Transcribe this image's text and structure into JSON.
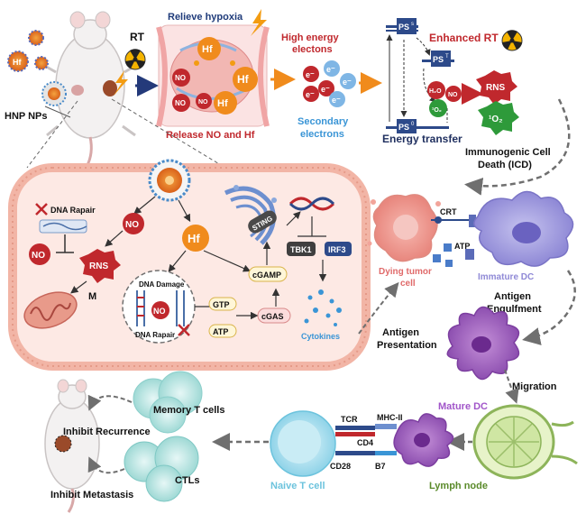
{
  "top": {
    "rt": "RT",
    "hnp": "HNP NPs",
    "hf_np": "Hf",
    "relieve_hypoxia": "Relieve hypoxia",
    "release": "Release NO and Hf",
    "high_energy_line1": "High energy",
    "high_energy_line2": "electons",
    "secondary_line1": "Secondary",
    "secondary_line2": "electrons",
    "enhanced_rt": "Enhanced RT",
    "energy_transfer": "Energy transfer",
    "ps_s": "PS",
    "ps_s_sup": "s",
    "ps_t": "PS",
    "ps_t_sup": "T",
    "ps_0": "PS",
    "ps_0_sup": "0",
    "h2o": "H₂O",
    "no": "NO",
    "o2": "¹O₂",
    "rns": "RNS",
    "icd_line1": "Immunogenic Cell",
    "icd_line2": "Death (ICD)",
    "tumor_no": "NO",
    "tumor_hf": "Hf",
    "electron": "e⁻"
  },
  "cell": {
    "dna_repair": "DNA Rapair",
    "no1": "NO",
    "no2": "NO",
    "rns": "RNS",
    "m": "M",
    "hf": "Hf",
    "dna_damage": "DNA Damage",
    "dna_repair2": "DNA Rapair",
    "no3": "NO",
    "sting": "STING",
    "cgamp": "cGAMP",
    "tbk1": "TBK1",
    "irf3": "IRF3",
    "gtp": "GTP",
    "atp": "ATP",
    "cgas": "cGAS",
    "cytokines": "Cytokines"
  },
  "right": {
    "crt": "CRT",
    "atp": "ATP",
    "dying_line1": "Dying tumor",
    "dying_line2": "cell",
    "immature_dc": "Immature DC",
    "engulf_line1": "Antigen",
    "engulf_line2": "Engulfment",
    "present_line1": "Antigen",
    "present_line2": "Presentation",
    "mature_dc": "Mature DC",
    "migration": "Migration",
    "lymph_node": "Lymph node"
  },
  "bottom": {
    "memory_t": "Memory T cells",
    "inhibit_recurrence": "Inhibit Recurrence",
    "ctls": "CTLs",
    "inhibit_metastasis": "Inhibit Metastasis",
    "naive_t": "Naive T cell",
    "tcr": "TCR",
    "mhc": "MHC-II",
    "cd4": "CD4",
    "cd28": "CD28",
    "b7": "B7"
  }
}
